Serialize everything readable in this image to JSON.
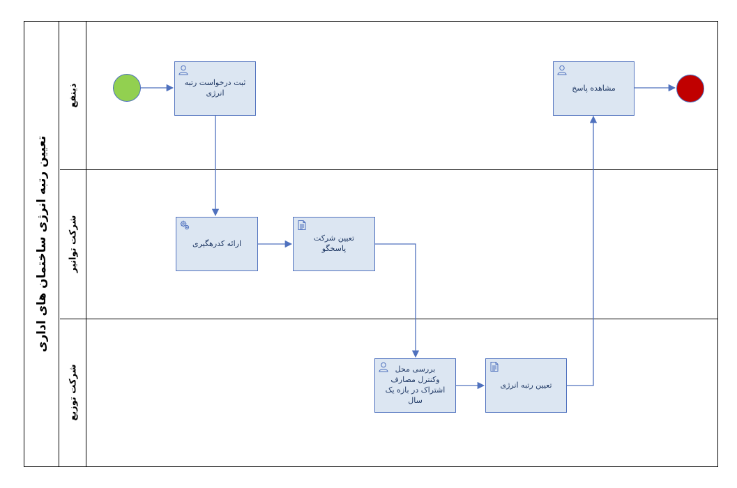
{
  "pool": {
    "title": "تعیین رتبه انرژی ساختمان های اداری"
  },
  "lanes": [
    {
      "label": "ذینفع"
    },
    {
      "label": "شرکت توانیر"
    },
    {
      "label": "شرکت توزیع"
    }
  ],
  "events": {
    "start": {
      "color": "#92d050"
    },
    "end": {
      "color": "#c00000"
    }
  },
  "tasks": [
    {
      "id": "t1",
      "label": "ثبت درخواست رتبه انرژی",
      "icon": "user-icon"
    },
    {
      "id": "t2",
      "label": "مشاهده پاسخ",
      "icon": "user-icon"
    },
    {
      "id": "t3",
      "label": "ارائه کدرهگیری",
      "icon": "gears-icon"
    },
    {
      "id": "t4",
      "label": "تعیین شرکت پاسخگو",
      "icon": "document-icon"
    },
    {
      "id": "t5",
      "label": "بررسی محل وکنترل مصارف اشتراک در بازه یک سال",
      "icon": "user-icon"
    },
    {
      "id": "t6",
      "label": "تعیین رتبه انرژی",
      "icon": "document-icon"
    }
  ],
  "colors": {
    "task_fill": "#dce6f2",
    "task_border": "#4f71be",
    "connector": "#4f71be"
  }
}
